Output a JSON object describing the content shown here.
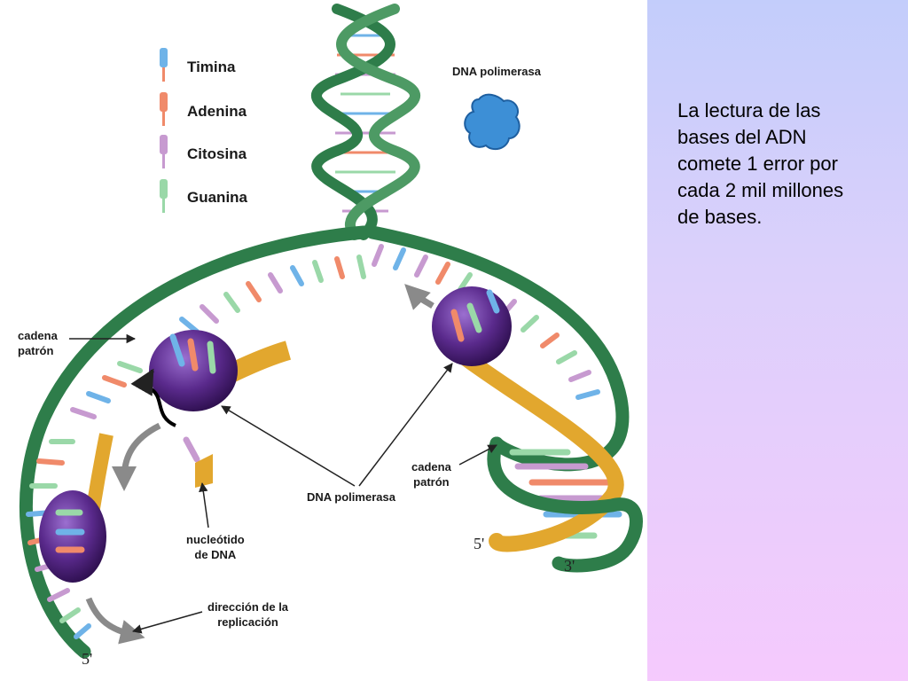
{
  "legend": {
    "items": [
      {
        "label": "Timina",
        "color": "#6fb3e8"
      },
      {
        "label": "Adenina",
        "color": "#f08a6a"
      },
      {
        "label": "Citosina",
        "color": "#c79ad0"
      },
      {
        "label": "Guanina",
        "color": "#9ad8a8"
      }
    ]
  },
  "labels": {
    "dna_polimerasa_top": "DNA polimerasa",
    "cadena_patron_left": "cadena\npatrón",
    "cadena_patron_right": "cadena\npatrón",
    "dna_polimerasa_center": "DNA polimerasa",
    "nucleotido": "nucleótido\nde DNA",
    "direccion": "dirección de la\nreplicación",
    "five_prime_left": "5'",
    "five_prime_right": "5'",
    "three_prime_right": "3'"
  },
  "caption": "La lectura de las bases del ADN comete 1 error por cada 2 mil millones de bases.",
  "colors": {
    "strand_green": "#2e7d4a",
    "new_strand_gold": "#e2a72e",
    "polymerase_purple": "#4a1f7a",
    "free_polymerase_blue": "#3d8fd6"
  }
}
